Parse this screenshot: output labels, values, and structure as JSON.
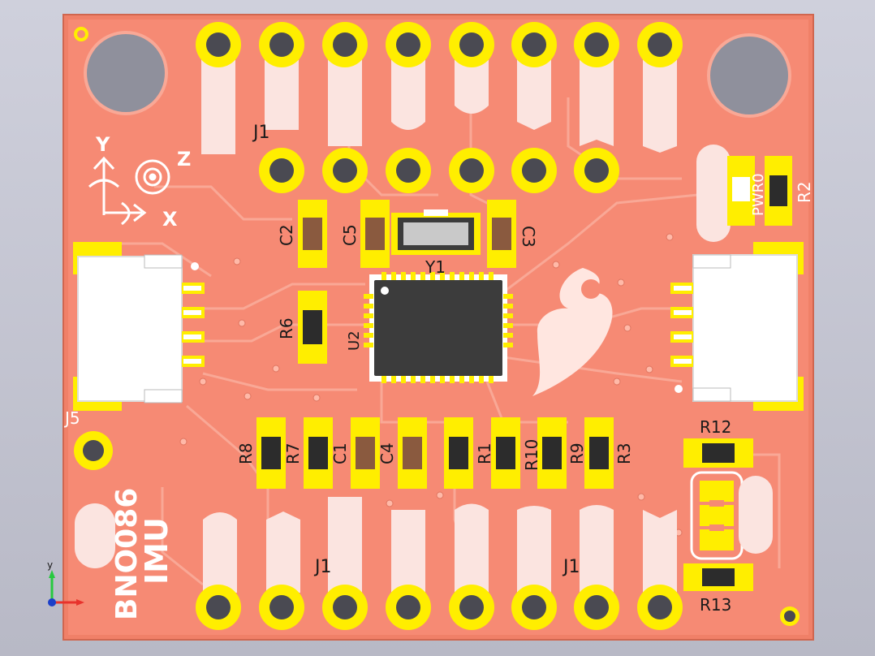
{
  "labels": {
    "j1_top": "J1",
    "j1_bottom": "J1",
    "j1_bottom_right": "J1",
    "j5": "J5",
    "y1": "Y1",
    "u2": "U2",
    "c1": "C1",
    "c2": "C2",
    "c3": "C3",
    "c4": "C4",
    "c5": "C5",
    "r1": "R1",
    "r2": "R2",
    "r3": "R3",
    "r6": "R6",
    "r7": "R7",
    "r8": "R8",
    "r9": "R9",
    "r10": "R10",
    "r12": "R12",
    "r13": "R13",
    "pwr0": "PWR0",
    "axis_y": "Y",
    "axis_z": "Z",
    "axis_x": "X",
    "imu": "IMU",
    "bno": "BNO086",
    "corner_axis_y": "y"
  },
  "colors": {
    "board": "#f48772",
    "copper_pour": "#ff9b86",
    "pad": "#ffee00",
    "hole": "#4a4a52",
    "silk": "#ffffff",
    "chip": "#3c3c3c",
    "resistor": "#2c2c2c",
    "capacitor": "#8a5a3f"
  },
  "icons": {
    "sparkfun_logo": "flame-logo-icon",
    "axis_indicator": "xyz-axis-icon"
  }
}
